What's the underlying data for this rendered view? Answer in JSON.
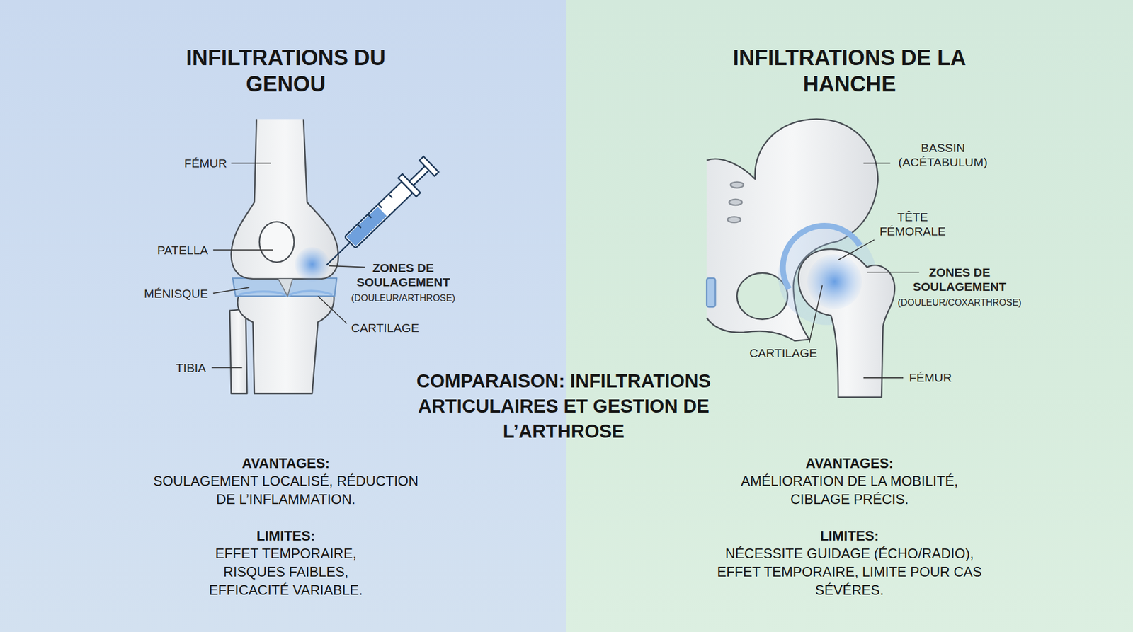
{
  "diagram": {
    "title": "COMPARAISON: INFILTRATIONS ARTICULAIRES ET GESTION DE L’ARTHROSE",
    "nodes": [
      {
        "text": [
          "INFILTRATIONS DU GENOU",
          "AVANTAGES:",
          "SOULAGEMENT LOCALISÉ, RÉDUCTION DE L’INFLAMMATION.",
          "LIMITES:",
          "EFFET TEMPORAIRE, RISQUES FAIBLES, EFFICACITÉ VARIABLE."
        ]
      },
      {
        "text": [
          "INFILTRATIONS DE LA HANCHE",
          "AVANTAGES:",
          "AMÉLIORATION DE LA MOBILITÉ, CIBLAGE PRÉCIS.",
          "LIMITES:",
          "NÉCESSITE GUIDAGE (ÉCHO/RADIO), EFFET TEMPORAIRE, LIMITE POUR CAS SÉVÉRES."
        ]
      }
    ],
    "labels": [
      "FÉMUR",
      "PATELLA",
      "MÉNISQUE",
      "TIBIA",
      "ZONES DE SOULAGEMENT",
      "(DOULEUR/ARTHROSE)",
      "CARTILAGE",
      "BASSIN (ACÉTABULUM)",
      "TÊTE FÉMORALE",
      "ZONES DE SOULAGEMENT",
      "(DOULEUR/COXARTHROSE)",
      "CARTILAGE",
      "FÉMUR"
    ]
  }
}
